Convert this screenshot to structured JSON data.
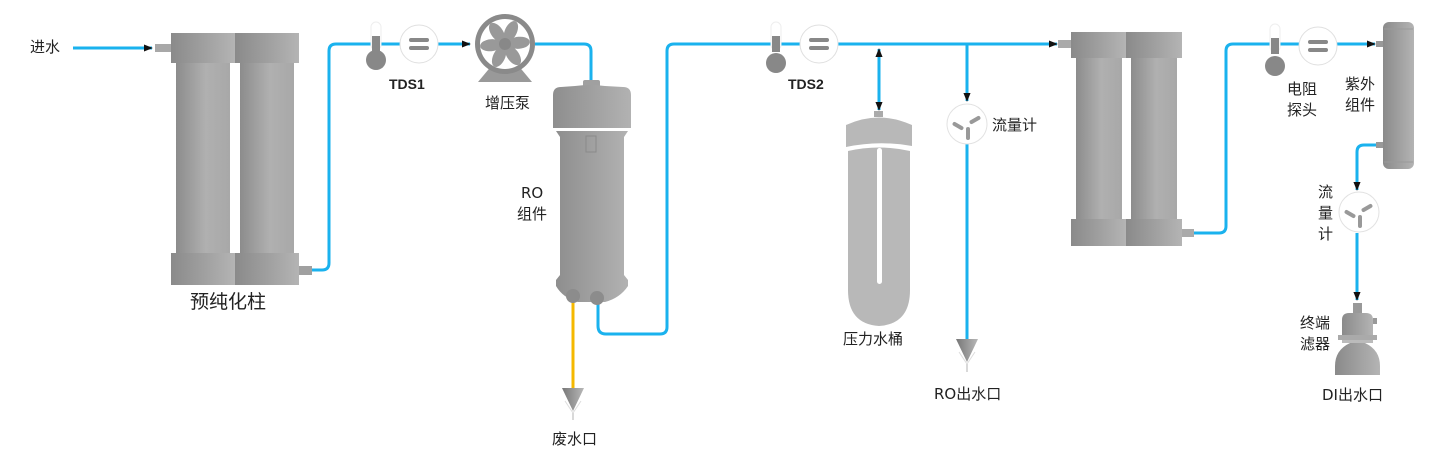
{
  "colors": {
    "pipe_water": "#1ab2ee",
    "pipe_waste": "#f5b800",
    "device_gray": "#9a9a9a",
    "arrow": "#111111"
  },
  "labels": {
    "inlet": "进水",
    "prefilter": "预纯化柱",
    "tds1": "TDS1",
    "pump": "增压泵",
    "ro_line1": "RO",
    "ro_line2": "组件",
    "waste_outlet": "废水口",
    "tds2": "TDS2",
    "tank": "压力水桶",
    "flowmeter1": "流量计",
    "ro_outlet": "RO出水口",
    "resistivity_line1": "电阻",
    "resistivity_line2": "探头",
    "uv_line1": "紫外",
    "uv_line2": "组件",
    "flowmeter2_c1": "流",
    "flowmeter2_c2": "量",
    "flowmeter2_c3": "计",
    "final_filter_line1": "终端",
    "final_filter_line2": "滤器",
    "di_outlet": "DI出水口"
  },
  "icons": {
    "pump": "fan-pump-icon",
    "flowmeter": "turbine-flowmeter-icon",
    "tds_probe": "thermometer-probe-icon",
    "tds_meter": "equals-meter-icon",
    "outlet": "funnel-outlet-icon"
  }
}
